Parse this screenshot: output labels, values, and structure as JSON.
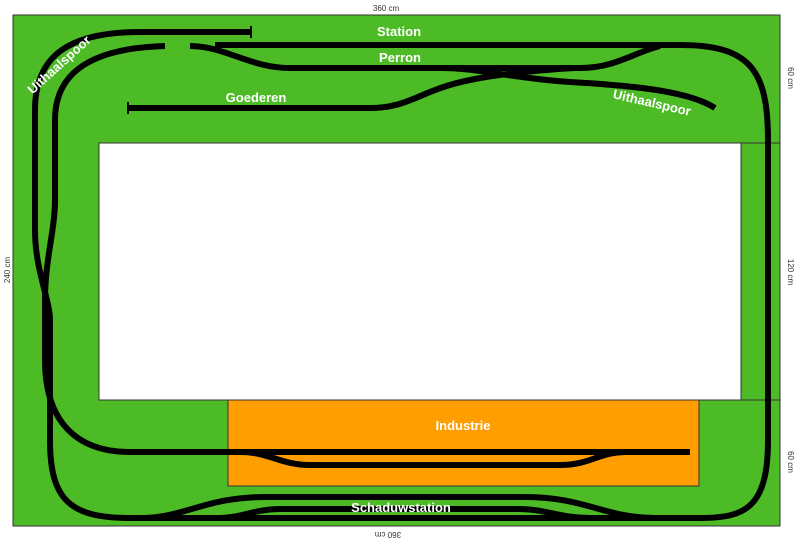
{
  "dimensions": {
    "top": "360 cm",
    "bottom": "360 cm",
    "left": "240 cm",
    "right_top": "60 cm",
    "right_middle": "120 cm",
    "right_bottom": "60 cm"
  },
  "labels": {
    "station": "Station",
    "perron": "Perron",
    "goederen": "Goederen",
    "uithaalspoor_left": "Uithaalspoor",
    "uithaalspoor_right": "Uithaalspoor",
    "industrie": "Industrie",
    "schaduwstation": "Schaduwstation"
  },
  "colors": {
    "baseboard": "#4cbb25",
    "industry": "#ff9e00",
    "track": "#000000",
    "center_panel": "#ffffff"
  }
}
